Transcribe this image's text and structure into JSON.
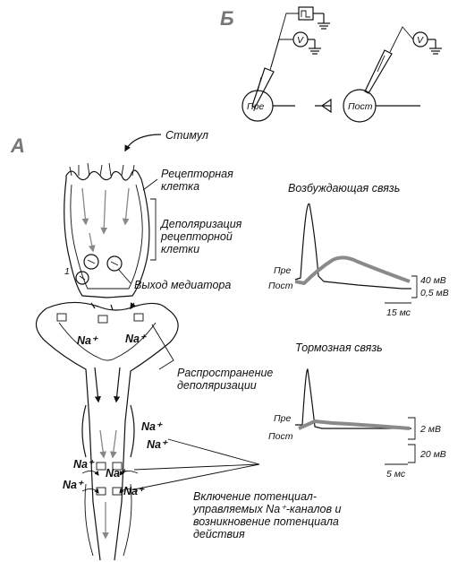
{
  "panel_a": {
    "letter": "А"
  },
  "panel_b": {
    "letter": "Б",
    "pre_label": "Пре",
    "post_label": "Пост",
    "voltmeter_symbol": "V"
  },
  "labels": {
    "stimulus": "Стимул",
    "receptor_cell": [
      "Рецепторная",
      "клетка"
    ],
    "depolarization": [
      "Деполяризация",
      "рецепторной",
      "клетки"
    ],
    "mediator_release": "Выход медиатора",
    "propagation": [
      "Распространение",
      "деполяризации"
    ],
    "na": "Na⁺",
    "activation": [
      "Включение потенциал-",
      "управляемых Na⁺-каналов и",
      "возникновение потенциала",
      "действия"
    ],
    "cell_number": "1"
  },
  "excitatory": {
    "title": "Возбуждающая связь",
    "pre": "Пре",
    "post": "Пост",
    "scale_v1": "40 мВ",
    "scale_v2": "0,5 мВ",
    "scale_t": "15 мс"
  },
  "inhibitory": {
    "title": "Тормозная связь",
    "pre": "Пре",
    "post": "Пост",
    "scale_v1": "2 мВ",
    "scale_v2": "20 мВ",
    "scale_t": "5 мс"
  },
  "colors": {
    "ink": "#111111",
    "trace_gray": "#8a8a8a",
    "letter_gray": "#777777"
  }
}
